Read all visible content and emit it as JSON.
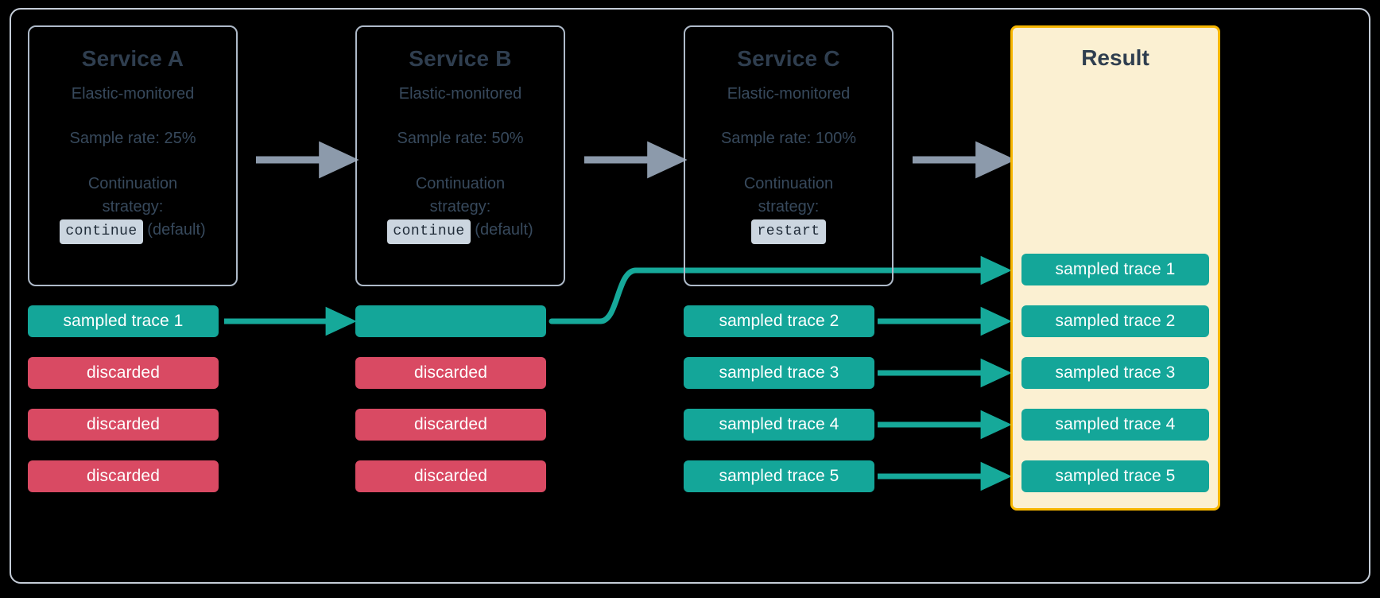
{
  "diagram": {
    "title": "Distributed tracing sampling across services",
    "colors": {
      "background": "#000000",
      "frame_border": "#c5cdd8",
      "card_border": "#aebac9",
      "text": "#37495c",
      "heading": "#2f3e4f",
      "sampled": "#14a699",
      "discarded": "#d94a63",
      "result_bg": "#fbf0d2",
      "result_border": "#f7b600",
      "gray_arrow": "#8c9aab",
      "code_chip_bg": "#ccd6e0"
    }
  },
  "services": [
    {
      "title": "Service A",
      "subtitle": "Elastic-monitored",
      "sample_rate": "Sample rate: 25%",
      "strategy_label_line1": "Continuation",
      "strategy_label_line2": "strategy:",
      "strategy_value": "continue",
      "strategy_note": "(default)"
    },
    {
      "title": "Service B",
      "subtitle": "Elastic-monitored",
      "sample_rate": "Sample rate: 50%",
      "strategy_label_line1": "Continuation",
      "strategy_label_line2": "strategy:",
      "strategy_value": "continue",
      "strategy_note": "(default)"
    },
    {
      "title": "Service C",
      "subtitle": "Elastic-monitored",
      "sample_rate": "Sample rate: 100%",
      "strategy_label_line1": "Continuation",
      "strategy_label_line2": "strategy:",
      "strategy_value": "restart",
      "strategy_note": ""
    }
  ],
  "result": {
    "title": "Result",
    "traces": [
      {
        "label": "sampled trace 1",
        "state": "sampled"
      },
      {
        "label": "sampled trace 2",
        "state": "sampled"
      },
      {
        "label": "sampled trace 3",
        "state": "sampled"
      },
      {
        "label": "sampled trace 4",
        "state": "sampled"
      },
      {
        "label": "sampled trace 5",
        "state": "sampled"
      }
    ]
  },
  "columns": {
    "service_a_traces": [
      {
        "label": "sampled trace 1",
        "state": "sampled"
      },
      {
        "label": "discarded",
        "state": "discarded"
      },
      {
        "label": "discarded",
        "state": "discarded"
      },
      {
        "label": "discarded",
        "state": "discarded"
      }
    ],
    "service_b_traces": [
      {
        "label": "",
        "state": "sampled"
      },
      {
        "label": "discarded",
        "state": "discarded"
      },
      {
        "label": "discarded",
        "state": "discarded"
      },
      {
        "label": "discarded",
        "state": "discarded"
      }
    ],
    "service_c_traces": [
      {
        "label": "sampled trace 2",
        "state": "sampled"
      },
      {
        "label": "sampled trace 3",
        "state": "sampled"
      },
      {
        "label": "sampled trace 4",
        "state": "sampled"
      },
      {
        "label": "sampled trace 5",
        "state": "sampled"
      }
    ]
  }
}
